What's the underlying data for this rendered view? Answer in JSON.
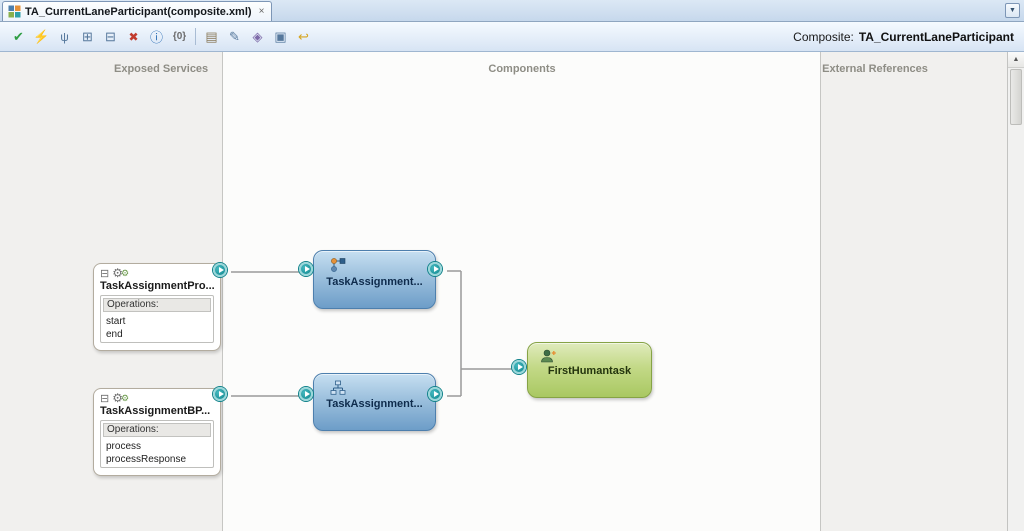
{
  "tab": {
    "title": "TA_CurrentLaneParticipant(composite.xml)",
    "close_glyph": "×",
    "dropdown_glyph": "▼"
  },
  "toolbar": {
    "icons": [
      {
        "name": "checkmark-icon",
        "glyph": "✔"
      },
      {
        "name": "lightning-icon",
        "glyph": "⚡"
      },
      {
        "name": "antenna-icon",
        "glyph": "ψ"
      },
      {
        "name": "grid-plus-icon",
        "glyph": "⊞"
      },
      {
        "name": "grid-minus-icon",
        "glyph": "⊟"
      },
      {
        "name": "close-x-icon",
        "glyph": "✖"
      },
      {
        "name": "info-icon",
        "glyph": "ⓘ"
      },
      {
        "name": "numbers-icon",
        "glyph": "{0}"
      },
      {
        "name": "image-search-icon",
        "glyph": "▤"
      },
      {
        "name": "pencil-icon",
        "glyph": "✎"
      },
      {
        "name": "diamond-grid-icon",
        "glyph": "◈"
      },
      {
        "name": "grid-icon",
        "glyph": "▣"
      },
      {
        "name": "undo-arrow-icon",
        "glyph": "↩"
      }
    ],
    "composite_label": "Composite:",
    "composite_name": "TA_CurrentLaneParticipant"
  },
  "columns": {
    "left": "Exposed Services",
    "center": "Components",
    "right": "External References"
  },
  "service_chrome": {
    "collapse_glyph": "⊟",
    "gear_glyph": "⚙"
  },
  "services": [
    {
      "title": "TaskAssignmentPro...",
      "operations_label": "Operations:",
      "operations": [
        "start",
        "end"
      ]
    },
    {
      "title": "TaskAssignmentBP...",
      "operations_label": "Operations:",
      "operations": [
        "process",
        "processResponse"
      ]
    }
  ],
  "components": [
    {
      "label": "TaskAssignment...",
      "kind": "bpel-process"
    },
    {
      "label": "TaskAssignment...",
      "kind": "bpmn-process"
    },
    {
      "label": "FirstHumantask",
      "kind": "human-task"
    }
  ],
  "scrollbar": {
    "up_glyph": "▲"
  },
  "colors": {
    "component_blue": "#6d9dc8",
    "component_green": "#a9c862",
    "port_teal": "#1f9fa8",
    "wire_gray": "#9a9a9a"
  }
}
